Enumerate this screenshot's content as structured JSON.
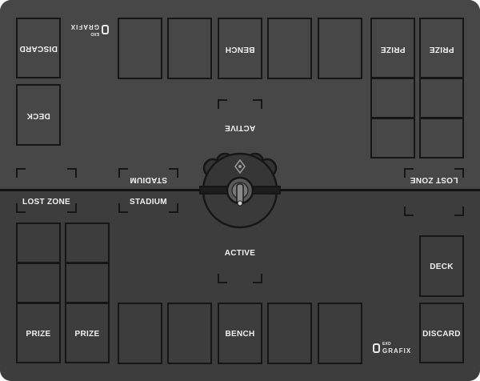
{
  "opponent": {
    "discard_label": "DISCARD",
    "deck_label": "DECK",
    "bench_label": "BENCH",
    "prize_left_label": "PRIZE",
    "prize_right_label": "PRIZE",
    "active_label": "ACTIVE",
    "stadium_label": "STADIUM",
    "lost_zone_label": "LOST ZONE",
    "logo_top": "EXO",
    "logo_bottom": "GRAFIX"
  },
  "player": {
    "lost_zone_label": "LOST ZONE",
    "stadium_label": "STADIUM",
    "active_label": "ACTIVE",
    "prize_left_label": "PRIZE",
    "prize_right_label": "PRIZE",
    "bench_label": "BENCH",
    "deck_label": "DECK",
    "discard_label": "DISCARD",
    "logo_top": "EXO",
    "logo_bottom": "GRAFIX"
  },
  "center": {
    "icon": "pokeball-coin-icon"
  },
  "colors": {
    "mat_top": "#474747",
    "mat_bottom": "#3d3d3d",
    "slot_outline": "#161616",
    "label": "#f2f2f2"
  }
}
